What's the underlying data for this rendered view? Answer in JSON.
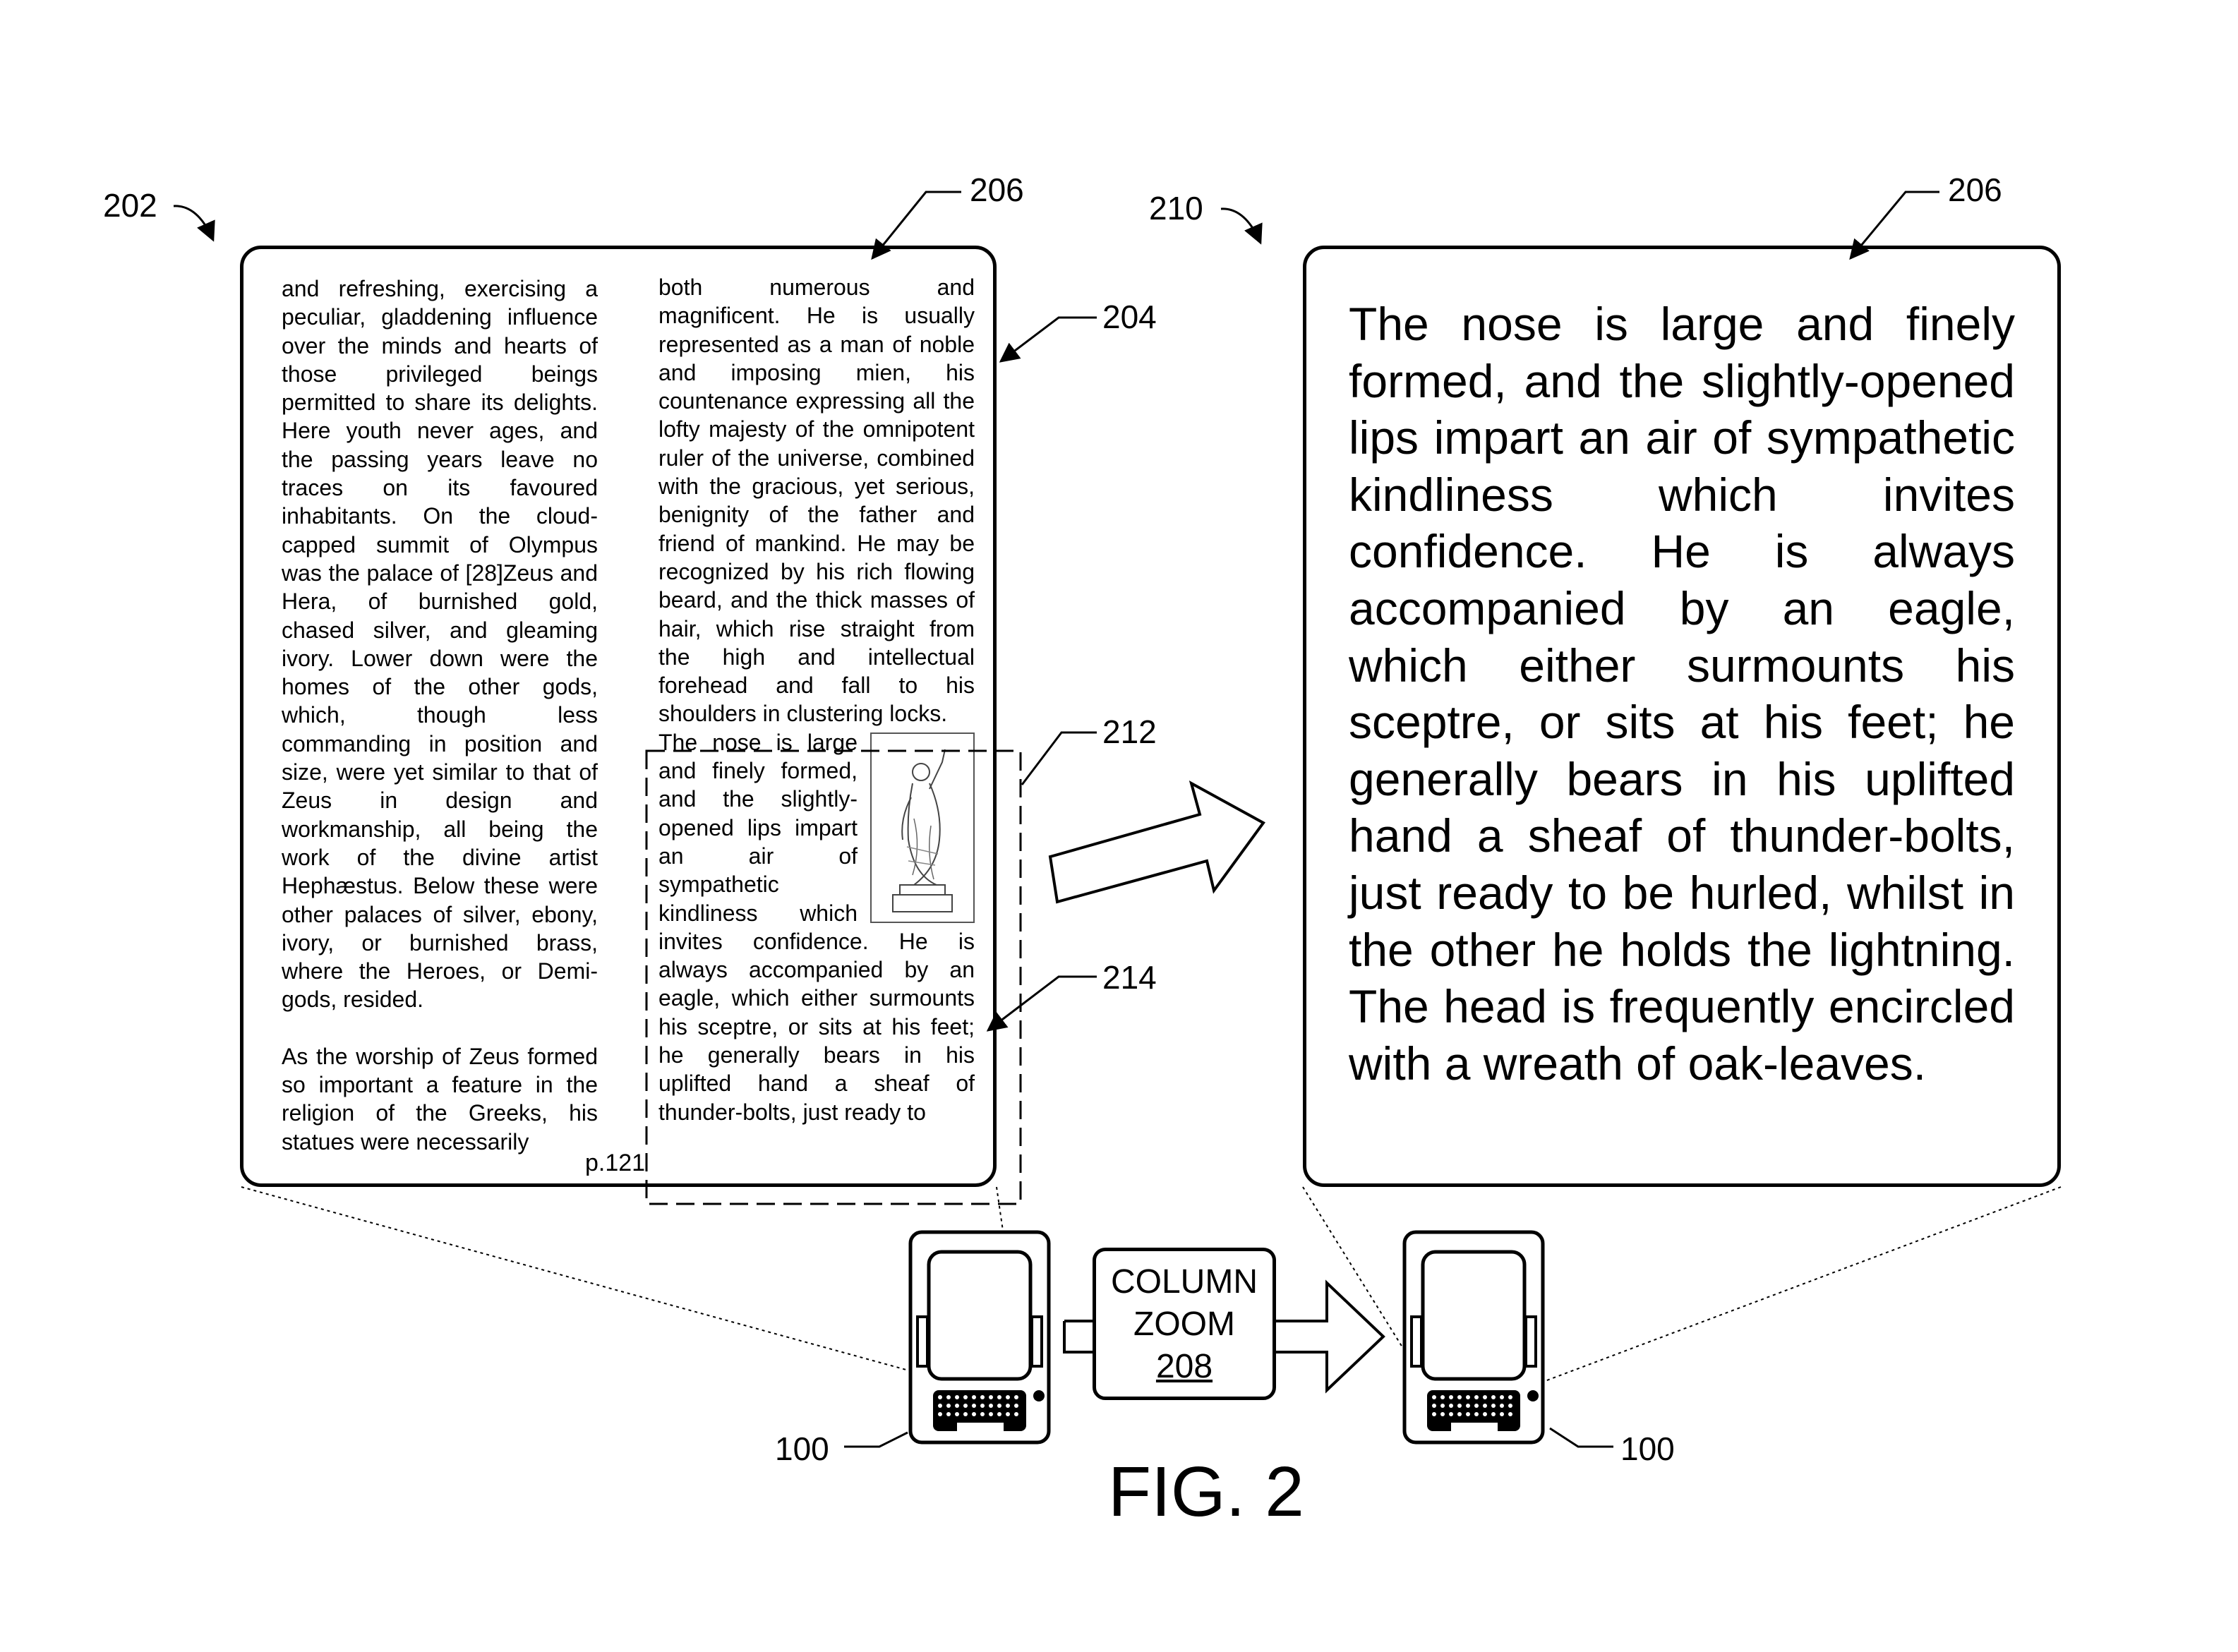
{
  "figure": {
    "title": "FIG. 2"
  },
  "labels": {
    "l202": "202",
    "l206a": "206",
    "l204": "204",
    "l210": "210",
    "l206b": "206",
    "l212": "212",
    "l214": "214",
    "l100a": "100",
    "l100b": "100"
  },
  "page": {
    "col1_p1": "and refreshing, exercising a peculiar, gladdening influence over the minds and hearts of those privileged beings permitted to share its delights. Here youth never ages, and the passing years leave no traces on its favoured inhabitants. On the cloud-capped summit of Olympus was the palace of [28]Zeus and Hera, of burnished gold, chased silver, and gleaming ivory. Lower down were the homes of the other gods, which, though less commanding in position and size, were yet similar to that of Zeus in design and workmanship, all being the work of the divine artist Hephæstus. Below these were other palaces of silver, ebony, ivory, or burnished brass, where the Heroes, or Demi-gods, resided.",
    "col1_p2": "As the worship of Zeus formed so important a feature in the religion of the Greeks, his statues were necessarily",
    "col2_top": "both numerous and magnificent. He is usually represented as a man of noble and imposing mien, his countenance expressing all the lofty majesty of the omnipotent ruler of the universe, combined with the gracious, yet serious, benignity of the father and friend of mankind. He may be recognized by his rich flowing beard, and the thick masses of hair, which rise straight from the high and intellectual forehead and fall to his shoulders in clustering locks.",
    "col2_bottom": "The nose is large and finely formed, and the slightly-opened lips impart an air of sympathetic kindliness which invites confidence. He is always accompanied by an eagle, which either surmounts his sceptre, or sits at his feet; he generally bears in his uplifted hand a sheaf of thunder-bolts, just ready to",
    "page_number": "p.121"
  },
  "zoomed": {
    "text": "The nose is large and finely formed, and the slightly-opened lips impart an air of sympathetic kindliness which invites confidence. He is always accompanied by an eagle, which either surmounts his sceptre, or sits at his feet; he generally bears in his uplifted hand a sheaf of thunder-bolts, just ready to be hurled, whilst in the other he holds the lightning. The head is frequently encircled with a wreath of oak-leaves."
  },
  "process": {
    "line1": "COLUMN",
    "line2": "ZOOM",
    "number": "208"
  }
}
